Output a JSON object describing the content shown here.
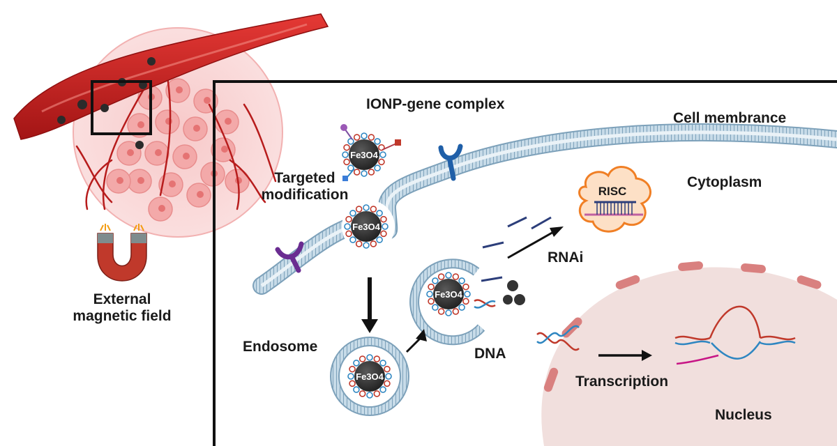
{
  "labels": {
    "ionp_complex": "IONP-gene complex",
    "cell_membrane": "Cell membrance",
    "cytoplasm": "Cytoplasm",
    "targeted_modification_line1": "Targeted",
    "targeted_modification_line2": "modification",
    "rnai": "RNAi",
    "risc": "RISC",
    "endosome": "Endosome",
    "dna": "DNA",
    "transcription": "Transcription",
    "nucleus": "Nucleus",
    "external_field_line1": "External",
    "external_field_line2": "magnetic field"
  },
  "particle_label": "Fe3O4",
  "colors": {
    "vessel": "#c62828",
    "tissue": "#f4b7b7",
    "membrane": "#b9d3e3",
    "nucleus": "#f1dfdd",
    "nucleus_pore": "#d9807f",
    "particle": "#3a3a3a",
    "risc": "#f7a35c",
    "magnet": "#c0392b",
    "receptor_blue": "#1f5fa8",
    "receptor_purple": "#6a2c91"
  }
}
